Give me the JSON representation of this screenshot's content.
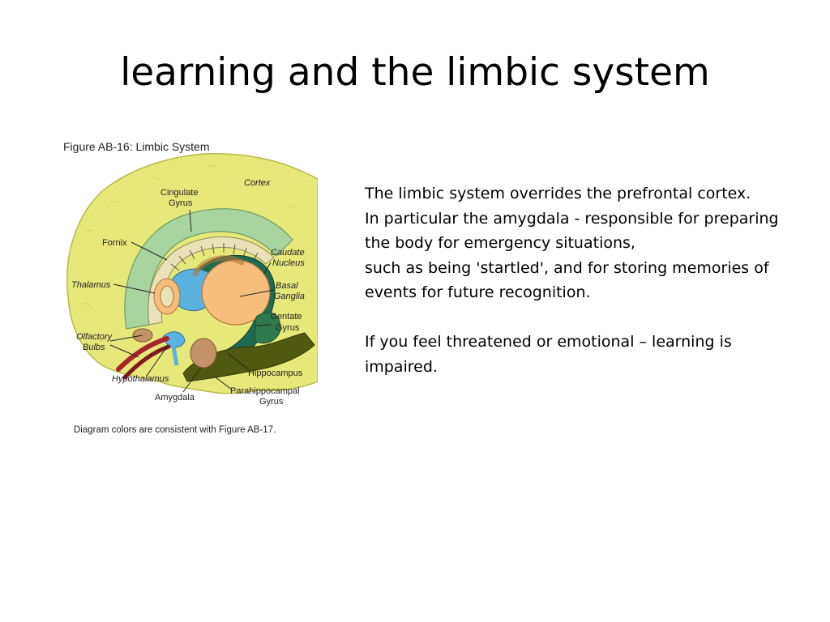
{
  "slide": {
    "title": "learning and the limbic system"
  },
  "figure": {
    "caption_top": "Figure AB-16: Limbic System",
    "caption_bottom": "Diagram colors are consistent with Figure AB-17.",
    "labels": {
      "cingulate_1": "Cingulate",
      "cingulate_2": "Gyrus",
      "cortex": "Cortex",
      "fornix": "Fornix",
      "caudate_1": "Caudate",
      "caudate_2": "Nucleus",
      "thalamus": "Thalamus",
      "basal_1": "Basal",
      "basal_2": "Ganglia",
      "dentate_1": "Dentate",
      "dentate_2": "Gyrus",
      "olfactory_1": "Olfactory",
      "olfactory_2": "Bulbs",
      "hippocampus": "Hippocampus",
      "hypothalamus": "Hypothalamus",
      "parahippo_1": "Parahippocampal",
      "parahippo_2": "Gyrus",
      "amygdala": "Amygdala"
    },
    "colors": {
      "cortex": "#e6e87a",
      "cingulate": "#a8d4a0",
      "basal_ganglia": "#f6bd7c",
      "hippocampus": "#1e6a52",
      "parahippocampal": "#4f5a10",
      "thalamus_blue": "#5bb2e0",
      "amygdala": "#c49266",
      "olfactory": "#a8242a"
    }
  },
  "body": {
    "line1": "The limbic system overrides the prefrontal cortex.",
    "line2": "In particular the amygdala - responsible for preparing",
    "line3": "the body for emergency situations,",
    "line4": "such as being 'startled', and for storing memories of",
    "line5": "events for future recognition.",
    "line6": "If you feel threatened or emotional – learning is",
    "line7": "impaired."
  }
}
